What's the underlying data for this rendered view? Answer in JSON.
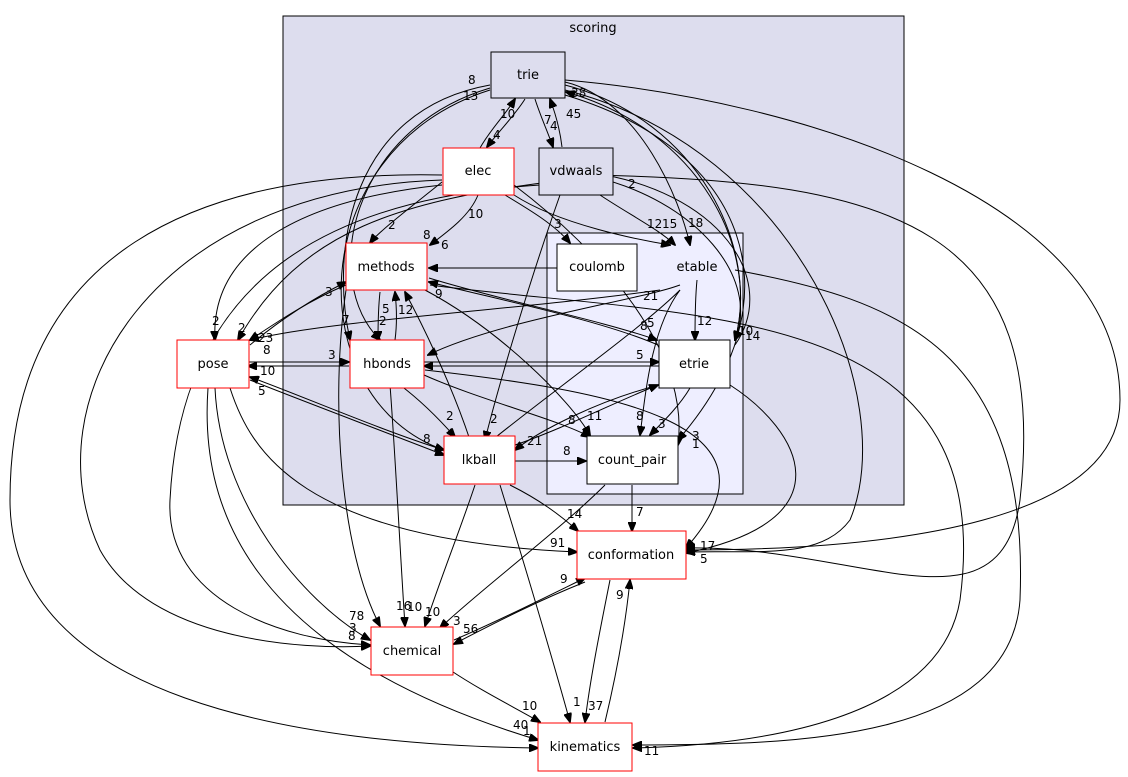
{
  "clusters": {
    "scoring": "scoring",
    "etable": "etable"
  },
  "nodes": {
    "trie": "trie",
    "elec": "elec",
    "vdwaals": "vdwaals",
    "methods": "methods",
    "coulomb": "coulomb",
    "pose": "pose",
    "hbonds": "hbonds",
    "etrie": "etrie",
    "lkball": "lkball",
    "count_pair": "count_pair",
    "conformation": "conformation",
    "chemical": "chemical",
    "kinematics": "kinematics"
  },
  "edge_labels": [
    "8",
    "13",
    "10",
    "38",
    "45",
    "7",
    "4",
    "4",
    "2",
    "10",
    "8",
    "6",
    "3",
    "12",
    "15",
    "18",
    "2",
    "2",
    "23",
    "2",
    "3",
    "7",
    "5",
    "2",
    "12",
    "9",
    "21",
    "8",
    "5",
    "12",
    "10",
    "14",
    "3",
    "10",
    "5",
    "8",
    "5",
    "2",
    "8",
    "2",
    "8",
    "11",
    "8",
    "3",
    "21",
    "3",
    "1",
    "8",
    "14",
    "7",
    "91",
    "17",
    "9",
    "5",
    "9",
    "78",
    "3",
    "8",
    "16",
    "10",
    "10",
    "3",
    "56",
    "10",
    "1",
    "37",
    "40",
    "1",
    "11"
  ],
  "colors": {
    "cluster_outer_fill": "#ddddee",
    "cluster_inner_fill": "#eeeeff",
    "node_red_border": "#ff0000",
    "node_black_border": "#000000"
  }
}
